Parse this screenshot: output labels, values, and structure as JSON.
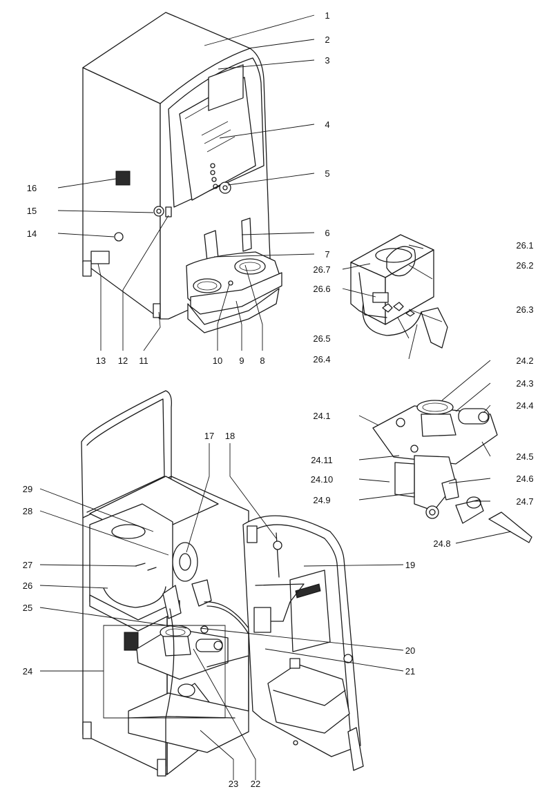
{
  "callouts": [
    {
      "id": "c1",
      "label": "1"
    },
    {
      "id": "c2",
      "label": "2"
    },
    {
      "id": "c3",
      "label": "3"
    },
    {
      "id": "c4",
      "label": "4"
    },
    {
      "id": "c5",
      "label": "5"
    },
    {
      "id": "c6",
      "label": "6"
    },
    {
      "id": "c7",
      "label": "7"
    },
    {
      "id": "c8",
      "label": "8"
    },
    {
      "id": "c9",
      "label": "9"
    },
    {
      "id": "c10",
      "label": "10"
    },
    {
      "id": "c11",
      "label": "11"
    },
    {
      "id": "c12",
      "label": "12"
    },
    {
      "id": "c13",
      "label": "13"
    },
    {
      "id": "c14",
      "label": "14"
    },
    {
      "id": "c15",
      "label": "15"
    },
    {
      "id": "c16",
      "label": "16"
    },
    {
      "id": "c17",
      "label": "17"
    },
    {
      "id": "c18",
      "label": "18"
    },
    {
      "id": "c19",
      "label": "19"
    },
    {
      "id": "c20",
      "label": "20"
    },
    {
      "id": "c21",
      "label": "21"
    },
    {
      "id": "c22",
      "label": "22"
    },
    {
      "id": "c23",
      "label": "23"
    },
    {
      "id": "c24",
      "label": "24"
    },
    {
      "id": "c25",
      "label": "25"
    },
    {
      "id": "c26",
      "label": "26"
    },
    {
      "id": "c27",
      "label": "27"
    },
    {
      "id": "c28",
      "label": "28"
    },
    {
      "id": "c29",
      "label": "29"
    },
    {
      "id": "c26_1",
      "label": "26.1"
    },
    {
      "id": "c26_2",
      "label": "26.2"
    },
    {
      "id": "c26_3",
      "label": "26.3"
    },
    {
      "id": "c26_4",
      "label": "26.4"
    },
    {
      "id": "c26_5",
      "label": "26.5"
    },
    {
      "id": "c26_6",
      "label": "26.6"
    },
    {
      "id": "c26_7",
      "label": "26.7"
    },
    {
      "id": "c24_1",
      "label": "24.1"
    },
    {
      "id": "c24_2",
      "label": "24.2"
    },
    {
      "id": "c24_3",
      "label": "24.3"
    },
    {
      "id": "c24_4",
      "label": "24.4"
    },
    {
      "id": "c24_5",
      "label": "24.5"
    },
    {
      "id": "c24_6",
      "label": "24.6"
    },
    {
      "id": "c24_7",
      "label": "24.7"
    },
    {
      "id": "c24_8",
      "label": "24.8"
    },
    {
      "id": "c24_9",
      "label": "24.9"
    },
    {
      "id": "c24_10",
      "label": "24.10"
    },
    {
      "id": "c24_11",
      "label": "24.11"
    }
  ]
}
